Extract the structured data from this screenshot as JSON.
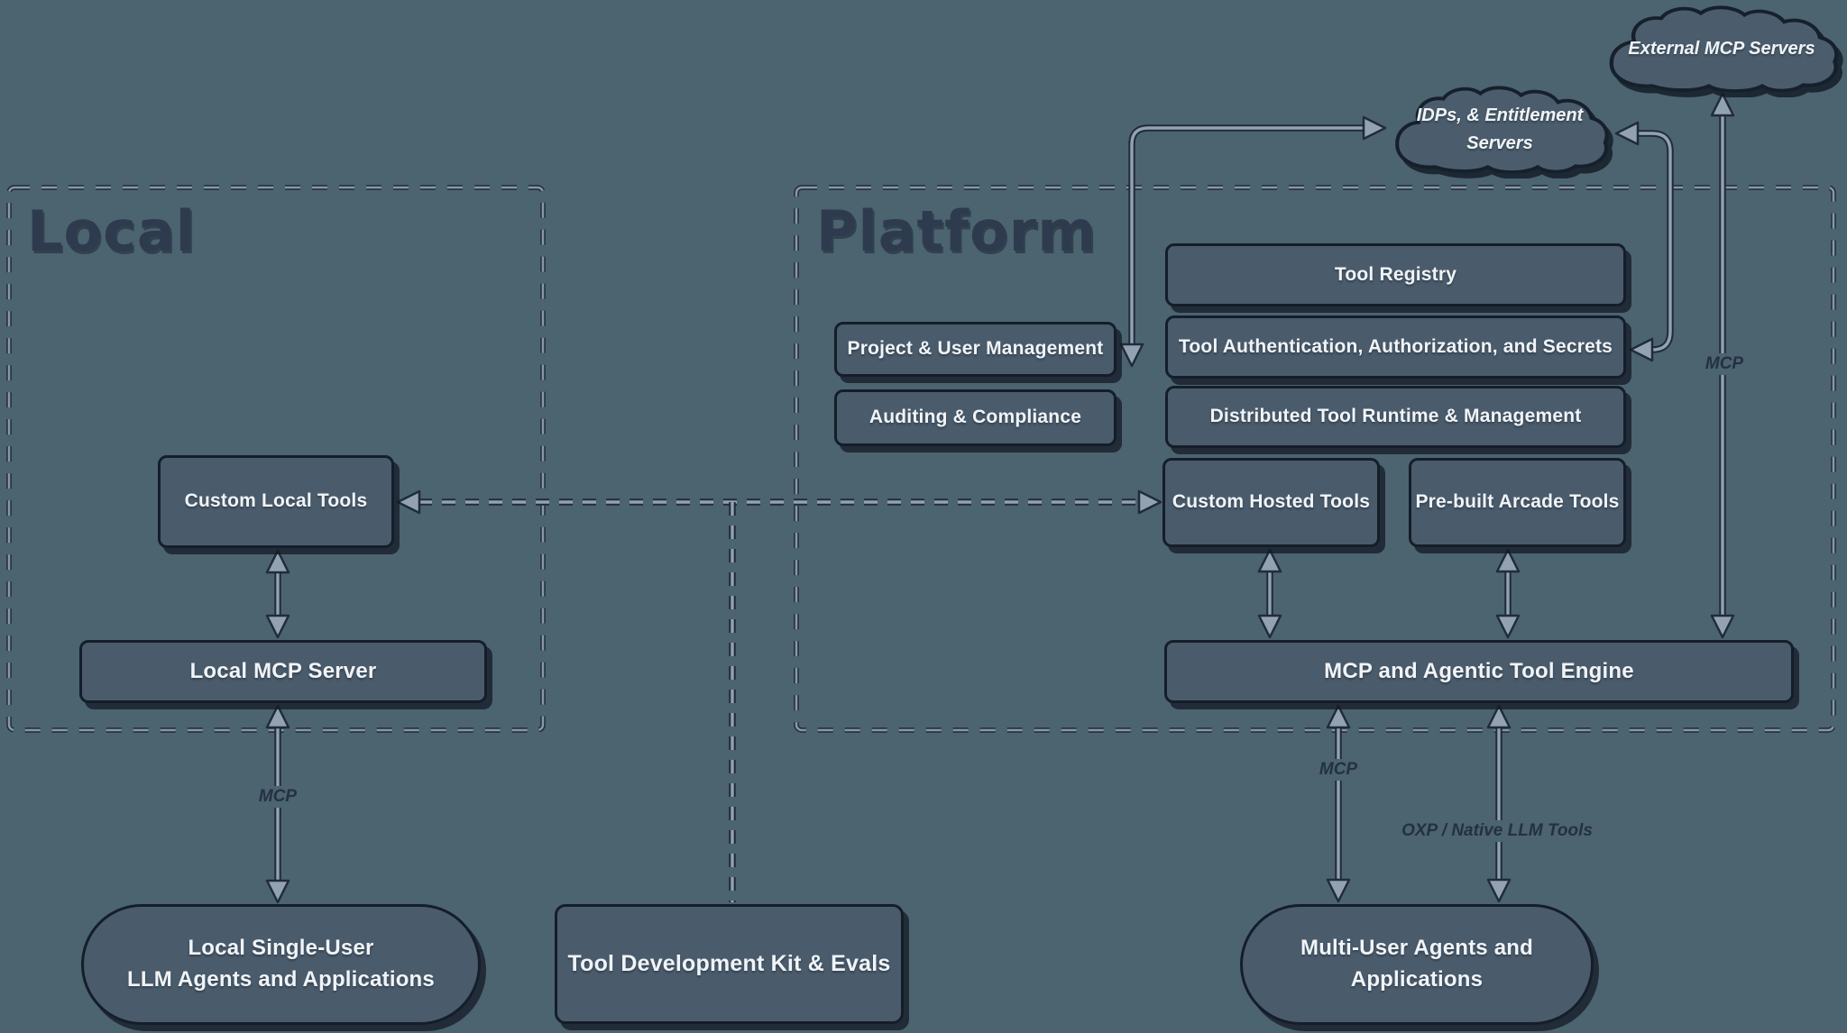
{
  "groups": {
    "local": {
      "title": "Local"
    },
    "platform": {
      "title": "Platform"
    }
  },
  "clouds": {
    "external_mcp": {
      "label": "External MCP Servers"
    },
    "idp": {
      "line1": "IDPs, & Entitlement",
      "line2": "Servers"
    }
  },
  "nodes": {
    "tool_registry": "Tool Registry",
    "project_user_management": "Project & User Management",
    "tool_auth": "Tool Authentication, Authorization, and Secrets",
    "auditing_compliance": "Auditing & Compliance",
    "distributed_runtime": "Distributed Tool Runtime & Management",
    "custom_hosted_tools": "Custom Hosted Tools",
    "prebuilt_arcade_tools": "Pre-built Arcade Tools",
    "custom_local_tools": "Custom Local Tools",
    "local_mcp_server": "Local MCP Server",
    "mcp_engine": "MCP and Agentic Tool Engine",
    "tool_dev_kit": "Tool Development Kit & Evals",
    "local_single_user": {
      "line1": "Local Single-User",
      "line2": "LLM Agents and Applications"
    },
    "multi_user": {
      "line1": "Multi-User Agents and",
      "line2": "Applications"
    }
  },
  "edge_labels": {
    "local_mcp": "MCP",
    "engine_mcp": "MCP",
    "external_mcp": "MCP",
    "oxp": "OXP / Native LLM Tools"
  },
  "colors": {
    "background": "#4c6370",
    "node_fill": "#4a5b6b",
    "node_border": "#141e2a",
    "node_text": "#f0f4f8",
    "group_title": "#2e3b4e",
    "edge_core": "#93a2b2",
    "edge_outline": "#202c3a"
  }
}
